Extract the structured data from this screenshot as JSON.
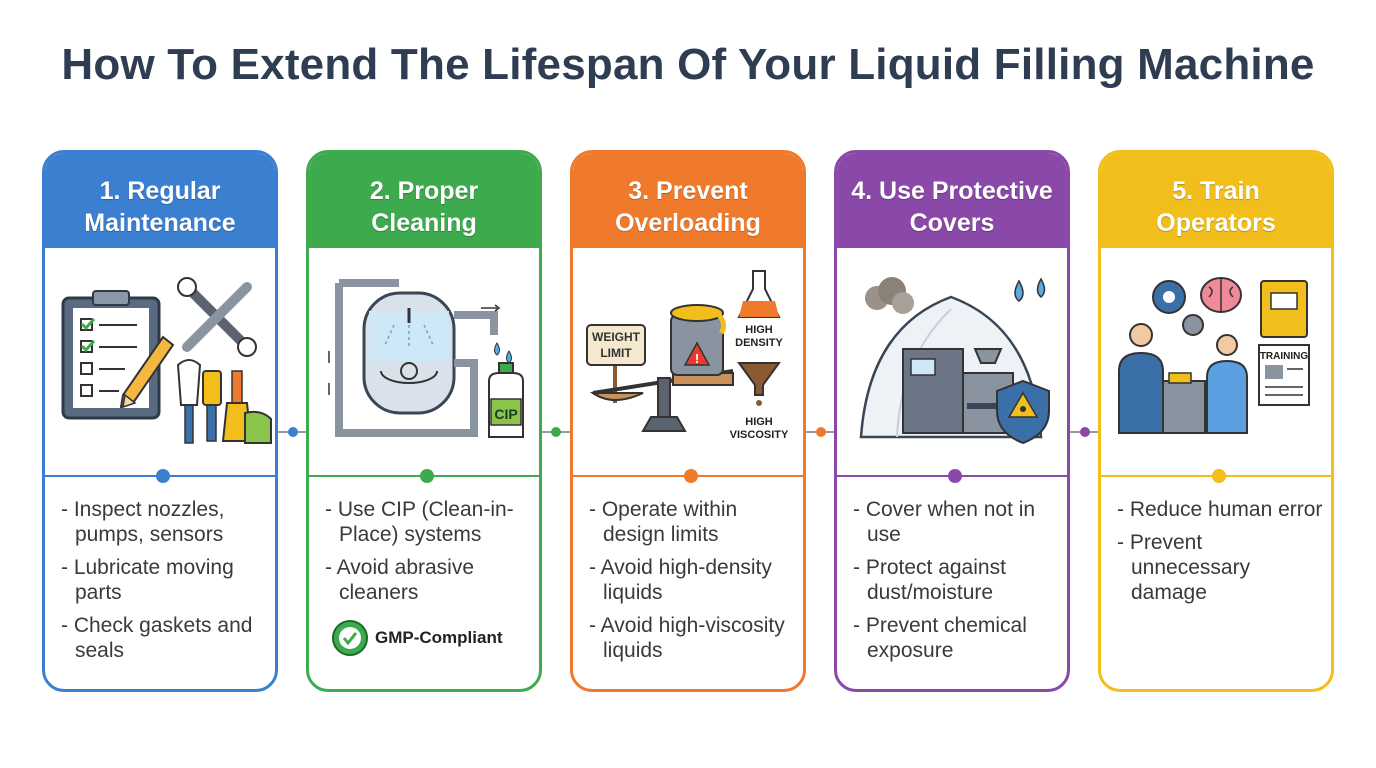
{
  "title": "How To Extend The Lifespan Of Your Liquid Filling Machine",
  "colors": {
    "blue": "#3a7fd0",
    "green": "#3eaa4e",
    "orange": "#f07a2c",
    "purple": "#8a48a8",
    "yellow": "#f2be1c",
    "title": "#2e3d52"
  },
  "cards": [
    {
      "heading": "1. Regular\nMaintenance",
      "bullets": [
        "- Inspect nozzles, pumps, sensors",
        "- Lubricate moving parts",
        "- Check gaskets and seals"
      ]
    },
    {
      "heading": "2. Proper\nCleaning",
      "bullets": [
        "- Use CIP (Clean-in-Place) systems",
        "- Avoid abrasive cleaners"
      ],
      "badge": "GMP-Compliant",
      "illus_label": "CIP"
    },
    {
      "heading": "3. Prevent\nOverloading",
      "bullets": [
        "- Operate within design limits",
        "- Avoid high-density liquids",
        "- Avoid high-viscosity liquids"
      ],
      "sign_line1": "WEIGHT",
      "sign_line2": "LIMIT",
      "density_line1": "HIGH",
      "density_line2": "DENSITY",
      "viscosity_line1": "HIGH",
      "viscosity_line2": "VISCOSITY"
    },
    {
      "heading": "4. Use Protective\nCovers",
      "bullets": [
        "- Cover when not in use",
        "- Protect against dust/moisture",
        "- Prevent chemical exposure"
      ]
    },
    {
      "heading": "5. Train\nOperators",
      "bullets": [
        "- Reduce human error",
        "- Prevent unnecessary damage"
      ],
      "sheet_label": "TRAINING"
    }
  ]
}
